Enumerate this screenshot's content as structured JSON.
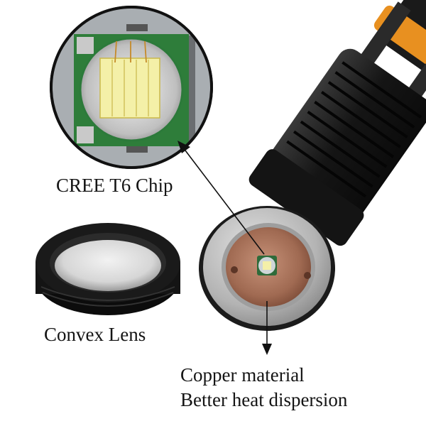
{
  "labels": {
    "chip": "CREE T6 Chip",
    "lens": "Convex Lens",
    "copper_line1": "Copper material",
    "copper_line2": "Better heat dispersion"
  },
  "colors": {
    "background": "#ffffff",
    "flashlight_body": "#1c1c1c",
    "accent_orange": "#e89020",
    "copper": "#a8735a",
    "chip_pcb": "#2e7d3a",
    "led_die": "#f4f0a8",
    "bezel_silver": "#b8b8b8"
  }
}
